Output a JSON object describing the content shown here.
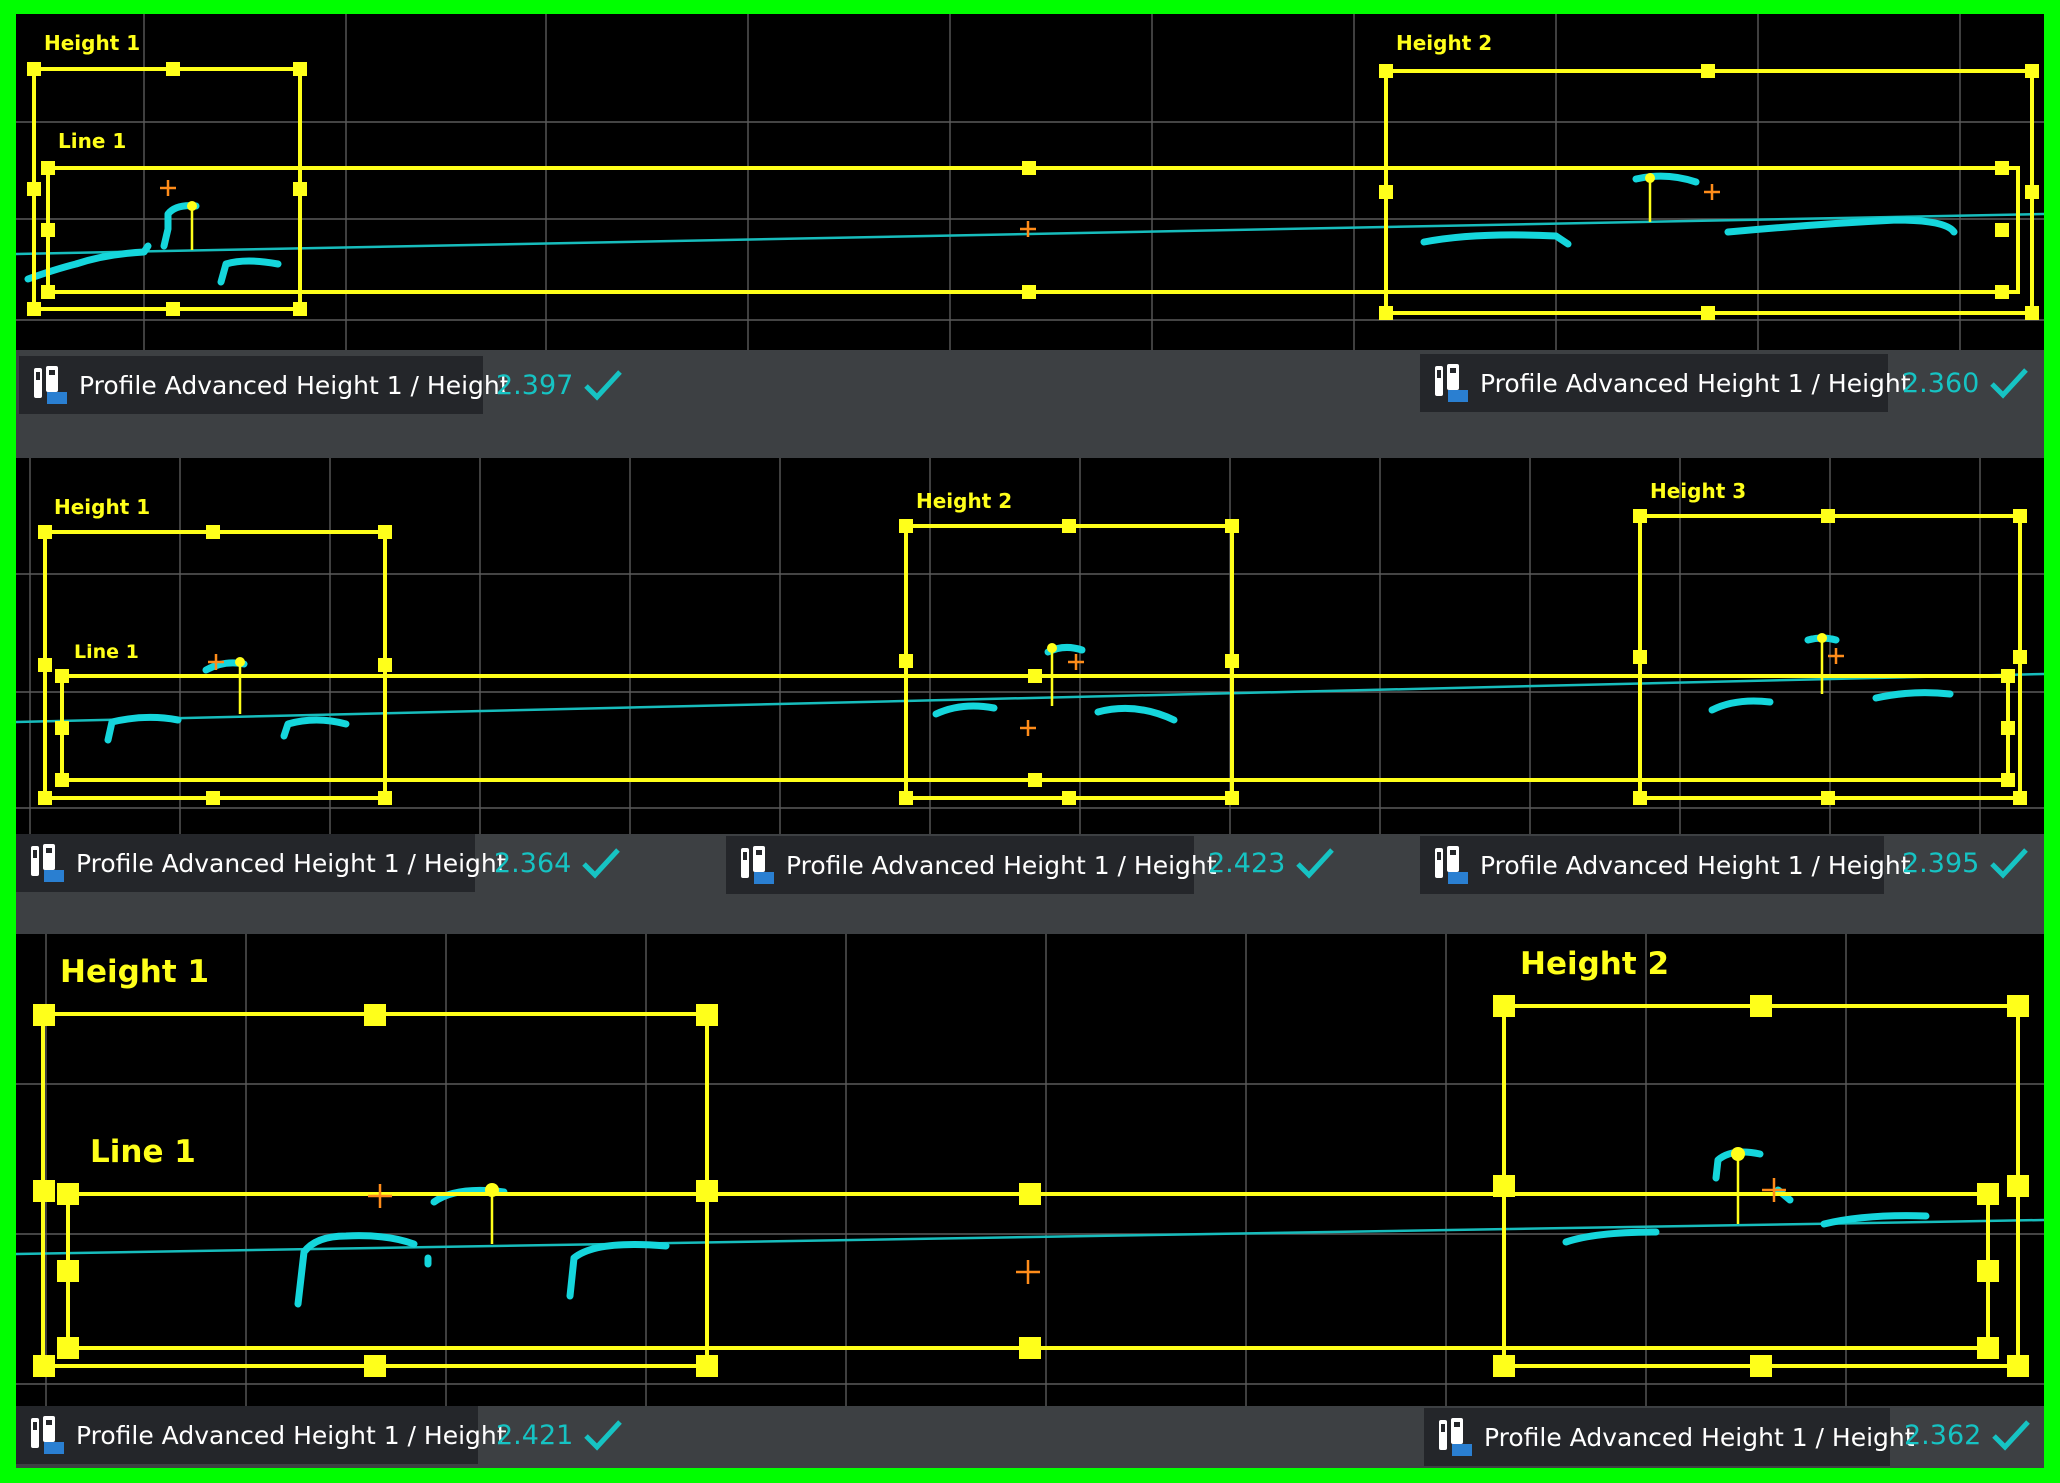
{
  "colors": {
    "frame": "#00ff00",
    "tool": "#ffff1a",
    "profile": "#15d6dc",
    "value": "#16c3c3",
    "pass": "#16c3c3",
    "marker": "#ff8c1a"
  },
  "icons": {
    "measurement": "sensor-tool-icon",
    "pass": "checkmark-icon"
  },
  "panels": [
    {
      "tools": {
        "height_1": "Height 1",
        "height_2": "Height 2",
        "line_1": "Line 1"
      },
      "measurements": [
        {
          "label": "Profile Advanced Height 1 / Height",
          "value": "2.397",
          "status": "pass"
        },
        {
          "label": "Profile Advanced Height 1 / Height",
          "value": "2.360",
          "status": "pass"
        }
      ]
    },
    {
      "tools": {
        "height_1": "Height 1",
        "height_2": "Height 2",
        "height_3": "Height 3",
        "line_1": "Line 1"
      },
      "measurements": [
        {
          "label": "Profile Advanced Height 1 / Height",
          "value": "2.364",
          "status": "pass"
        },
        {
          "label": "Profile Advanced Height 1 / Height",
          "value": "2.423",
          "status": "pass"
        },
        {
          "label": "Profile Advanced Height 1 / Height",
          "value": "2.395",
          "status": "pass"
        }
      ]
    },
    {
      "tools": {
        "height_1": "Height 1",
        "height_2": "Height 2",
        "line_1": "Line 1"
      },
      "measurements": [
        {
          "label": "Profile Advanced Height 1 / Height",
          "value": "2.421",
          "status": "pass"
        },
        {
          "label": "Profile Advanced Height 1 / Height",
          "value": "2.362",
          "status": "pass"
        }
      ]
    }
  ]
}
